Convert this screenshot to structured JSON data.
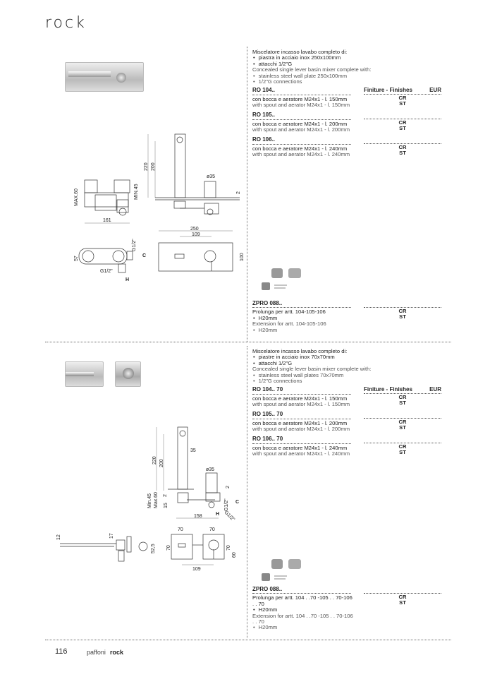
{
  "header": {
    "title": "rock"
  },
  "sections": [
    {
      "intro_it": "Miscelatore incasso lavabo completo di:",
      "bullets_it": [
        "piastra in acciaio inox 250x100mm",
        "attacchi 1/2\"G"
      ],
      "intro_en": "Concealed single lever basin mixer complete with:",
      "bullets_en": [
        "stainless steel wall plate 250x100mm",
        "1/2\"G connections"
      ],
      "finishes_header": "Finiture - Finishes",
      "currency": "EUR",
      "products": [
        {
          "code": "RO 104..",
          "desc_it": "con bocca e aeratore M24x1 - l. 150mm",
          "desc_en": "with spout and aerator M24x1 - l. 150mm",
          "finishes": [
            "CR",
            "ST"
          ]
        },
        {
          "code": "RO 105..",
          "desc_it": "con bocca e aeratore M24x1 - l. 200mm",
          "desc_en": "with spout and aerator M24x1 - l. 200mm",
          "finishes": [
            "CR",
            "ST"
          ]
        },
        {
          "code": "RO 106..",
          "desc_it": "con bocca e aeratore M24x1 - l. 240mm",
          "desc_en": "with spout and aerator M24x1 - l. 240mm",
          "finishes": [
            "CR",
            "ST"
          ]
        }
      ],
      "accessory": {
        "code": "ZPRO 088..",
        "it": "Prolunga per artt. 104-105-106",
        "it_bullet": "H20mm",
        "en": "Extension for artt. 104-105-106",
        "en_bullet": "H20mm",
        "finishes": [
          "CR",
          "ST"
        ]
      },
      "dims": {
        "d220": "220",
        "d200": "200",
        "phi35": "ø35",
        "d2": "2",
        "max60": "MAX.60",
        "min45": "MIN.45",
        "d161": "161",
        "d250": "250",
        "d109": "109",
        "d100": "100",
        "d57": "57",
        "g12a": "G1/2\"",
        "g12b": "G1/2\"",
        "c": "C",
        "h": "H"
      }
    },
    {
      "intro_it": "Miscelatore incasso lavabo completo di:",
      "bullets_it": [
        "piastre in acciaio inox 70x70mm",
        "attacchi 1/2\"G"
      ],
      "intro_en": "Concealed single lever basin mixer complete with:",
      "bullets_en": [
        "stainless steel wall plates 70x70mm",
        "1/2\"G connections"
      ],
      "finishes_header": "Finiture - Finishes",
      "currency": "EUR",
      "products": [
        {
          "code": "RO 104.. 70",
          "desc_it": "con bocca e aeratore M24x1 - l. 150mm",
          "desc_en": "with spout and aerator M24x1 - l. 150mm",
          "finishes": [
            "CR",
            "ST"
          ]
        },
        {
          "code": "RO 105.. 70",
          "desc_it": "con bocca e aeratore M24x1 - l. 200mm",
          "desc_en": "with spout and aerator M24x1 - l. 200mm",
          "finishes": [
            "CR",
            "ST"
          ]
        },
        {
          "code": "RO 106.. 70",
          "desc_it": "con bocca e aeratore M24x1 - l. 240mm",
          "desc_en": "with spout and aerator M24x1 - l. 240mm",
          "finishes": [
            "CR",
            "ST"
          ]
        }
      ],
      "accessory": {
        "code": "ZPRO 088..",
        "it": "Prolunga per artt. 104 . .70 -105 . . 70-106 . . 70",
        "it_bullet": "H20mm",
        "en": "Extension for artt. 104 . .70 -105 . . 70-106 . . 70",
        "en_bullet": "H20mm",
        "finishes": [
          "CR",
          "ST"
        ]
      },
      "dims": {
        "d220": "220",
        "d200": "200",
        "d35": "35",
        "phi35": "ø35",
        "d2a": "2",
        "d2b": "2",
        "min45": "Min.45",
        "max60": "Max.60",
        "d15": "15",
        "d158": "158",
        "g12a": "G1/2\"",
        "g12b": "G1/2\"",
        "c": "C",
        "h": "H",
        "d12": "12",
        "d17": "17",
        "d525": "52,5",
        "d70a": "70",
        "d70b": "70",
        "d70c": "70",
        "d70d": "70",
        "d109": "109",
        "d60": "60"
      }
    }
  ],
  "footer": {
    "page": "116",
    "brand": "paffoni",
    "collection": "rock"
  }
}
